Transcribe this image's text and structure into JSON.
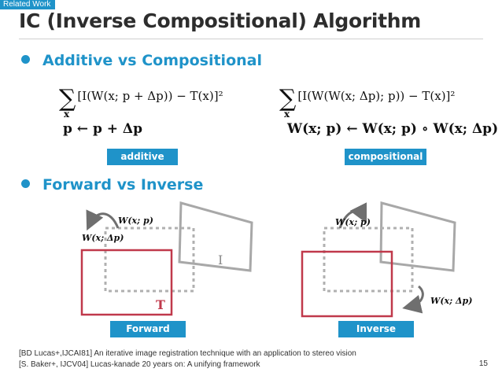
{
  "header": {
    "tag": "Related Work",
    "title": "IC (Inverse Compositional) Algorithm"
  },
  "section1": {
    "bullet": "Additive vs Compositional",
    "additive": {
      "objective_sum": "∑",
      "objective_sub": "x",
      "objective_body": "[I(W(x; p + Δp)) − T(x)]²",
      "update": "p  ←  p + Δp",
      "badge": "additive"
    },
    "compositional": {
      "objective_sum": "∑",
      "objective_sub": "x",
      "objective_body": "[I(W(W(x; Δp); p)) − T(x)]²",
      "update": "W(x; p)  ←  W(x; p) ∘ W(x; Δp)",
      "badge": "compositional"
    }
  },
  "section2": {
    "bullet": "Forward vs Inverse",
    "forward": {
      "label_warp_p": "W(x; p)",
      "label_warp_dp": "W(x; Δp)",
      "label_image": "I",
      "label_template": "T",
      "badge": "Forward"
    },
    "inverse": {
      "label_warp_p": "W(x; p)",
      "label_warp_dp": "W(x; Δp)",
      "badge": "Inverse"
    }
  },
  "colors": {
    "accent": "#1f93c9",
    "template_red": "#c0394b",
    "frame_gray": "#a8a8a8"
  },
  "references": [
    "[BD Lucas+,IJCAI81] An iterative image registration technique with an application to stereo vision",
    "[S. Baker+, IJCV04] Lucas-kanade 20 years on: A unifying framework"
  ],
  "page_number": "15"
}
